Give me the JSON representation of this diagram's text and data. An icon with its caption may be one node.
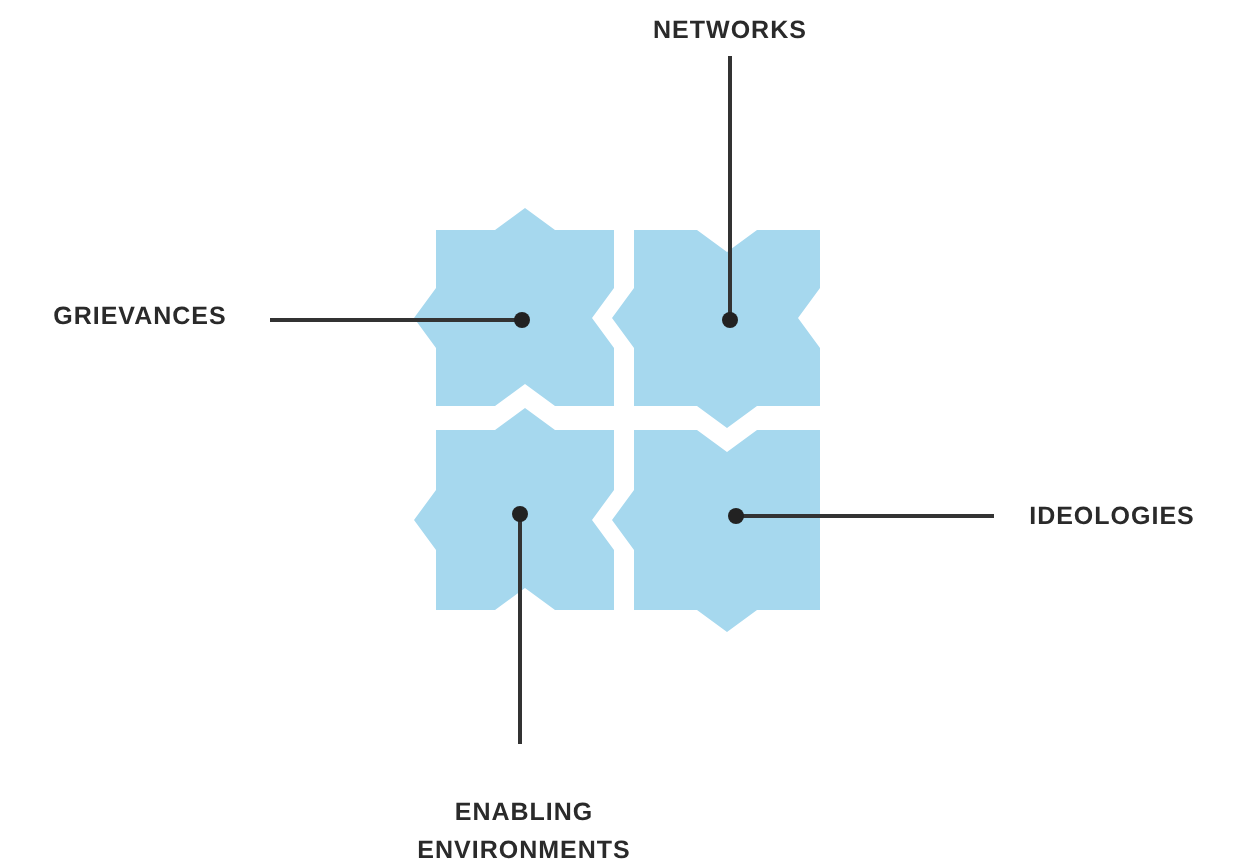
{
  "diagram": {
    "nodes": [
      {
        "text": [
          "NETWORKS"
        ]
      },
      {
        "text": [
          "GRIEVANCES"
        ]
      },
      {
        "text": [],
        "shape": "box"
      },
      {
        "text": [],
        "shape": "box"
      },
      {
        "text": [],
        "shape": "box"
      },
      {
        "text": [],
        "shape": "box"
      },
      {
        "text": [
          "IDEOLOGIES"
        ]
      },
      {
        "text": [
          "ENABLING ENVIRONMENTS"
        ]
      }
    ],
    "edges": [
      {
        "from": 0,
        "to": 3,
        "arrow": "other"
      },
      {
        "from": 1,
        "to": 2,
        "arrow": "other"
      },
      {
        "from": 6,
        "to": 5,
        "arrow": "other"
      },
      {
        "from": 7,
        "to": 4,
        "arrow": "other"
      }
    ]
  }
}
